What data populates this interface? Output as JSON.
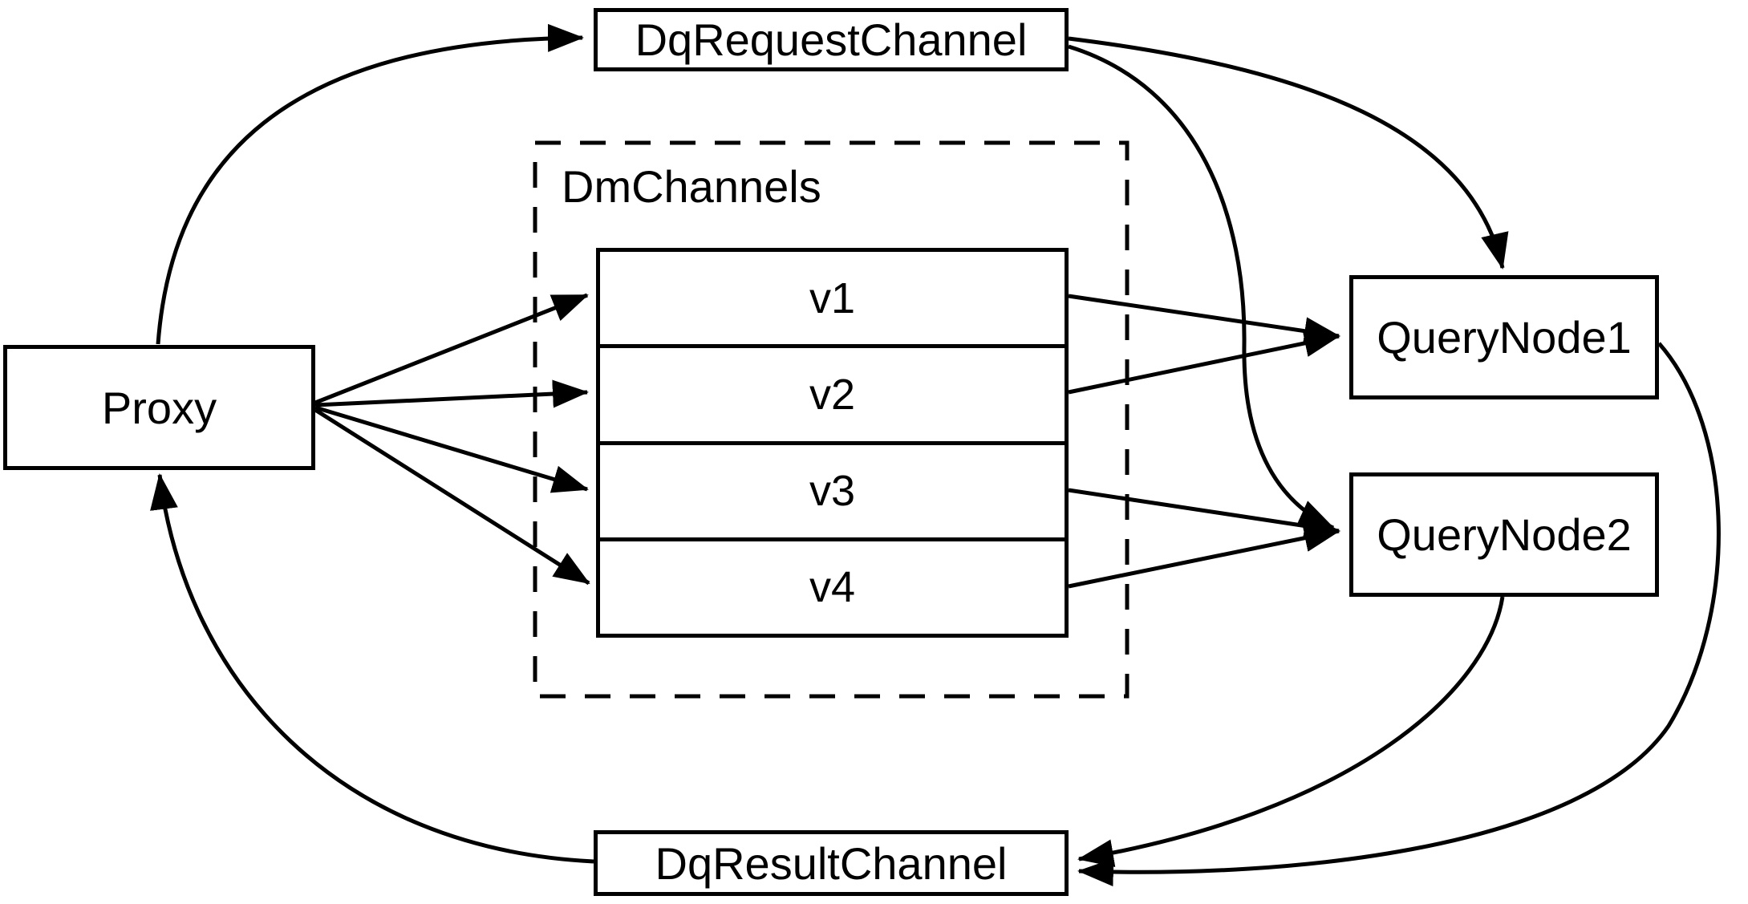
{
  "diagram": {
    "title": "query channel flow diagram",
    "background_color": "#ffffff",
    "line_color": "#000000"
  },
  "nodes": {
    "proxy": {
      "label": "Proxy"
    },
    "dq_request_channel": {
      "label": "DqRequestChannel"
    },
    "dq_result_channel": {
      "label": "DqResultChannel"
    },
    "query_node_1": {
      "label": "QueryNode1"
    },
    "query_node_2": {
      "label": "QueryNode2"
    },
    "dm_channels": {
      "label": "DmChannels",
      "channels": [
        "v1",
        "v2",
        "v3",
        "v4"
      ]
    }
  },
  "edges": [
    {
      "from": "Proxy",
      "to": "DqRequestChannel"
    },
    {
      "from": "Proxy",
      "to": "v1"
    },
    {
      "from": "Proxy",
      "to": "v2"
    },
    {
      "from": "Proxy",
      "to": "v3"
    },
    {
      "from": "Proxy",
      "to": "v4"
    },
    {
      "from": "v1",
      "to": "QueryNode1"
    },
    {
      "from": "v2",
      "to": "QueryNode1"
    },
    {
      "from": "v3",
      "to": "QueryNode2"
    },
    {
      "from": "v4",
      "to": "QueryNode2"
    },
    {
      "from": "DqRequestChannel",
      "to": "QueryNode1"
    },
    {
      "from": "DqRequestChannel",
      "to": "QueryNode2"
    },
    {
      "from": "QueryNode1",
      "to": "DqResultChannel"
    },
    {
      "from": "QueryNode2",
      "to": "DqResultChannel"
    },
    {
      "from": "DqResultChannel",
      "to": "Proxy"
    }
  ]
}
